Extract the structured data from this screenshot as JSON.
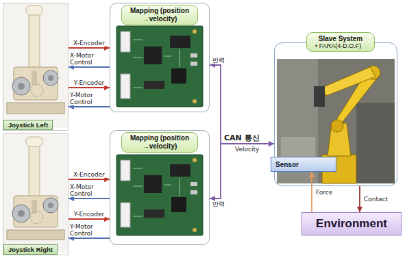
{
  "diagram": {
    "nodes": [
      {
        "text": [
          "Joystick Left"
        ]
      },
      {
        "text": [
          "Mapping (position →velocity)"
        ]
      },
      {
        "text": [
          "Joystick Right"
        ]
      },
      {
        "text": [
          "Mapping (position →velocity)"
        ]
      },
      {
        "text": [
          "Slave System",
          "• FARA(4-D.O.F)"
        ]
      },
      {
        "text": [
          "Sensor"
        ],
        "in": 4
      },
      {
        "text": [
          "Environment"
        ]
      }
    ],
    "edges": [
      {
        "from": 0,
        "to": 1,
        "label": "X-Encoder",
        "arrow": "to"
      },
      {
        "from": 1,
        "to": 0,
        "label": "X-Motor Control",
        "arrow": "to"
      },
      {
        "from": 0,
        "to": 1,
        "label": "Y-Encoder",
        "arrow": "to"
      },
      {
        "from": 1,
        "to": 0,
        "label": "Y-Motor Control",
        "arrow": "to"
      },
      {
        "from": 2,
        "to": 3,
        "label": "X-Encoder",
        "arrow": "to"
      },
      {
        "from": 3,
        "to": 2,
        "label": "X-Motor Control",
        "arrow": "to"
      },
      {
        "from": 2,
        "to": 3,
        "label": "Y-Encoder",
        "arrow": "to"
      },
      {
        "from": 3,
        "to": 2,
        "label": "Y-Motor Control",
        "arrow": "to"
      },
      {
        "from": 1,
        "to": 4,
        "label": "반력",
        "arrow": "both"
      },
      {
        "from": 3,
        "to": 4,
        "label": "반력",
        "arrow": "both"
      },
      {
        "from": 6,
        "to": 5,
        "label": "Force",
        "arrow": "to"
      },
      {
        "from": 4,
        "to": 6,
        "label": "Contact",
        "arrow": "to"
      }
    ],
    "labels": [
      "CAN 통신",
      "Velocity"
    ]
  }
}
